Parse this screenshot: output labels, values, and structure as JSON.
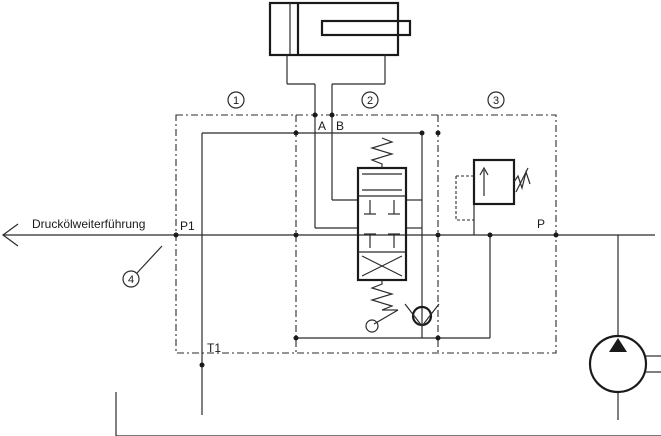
{
  "labels": {
    "port_a": "A",
    "port_b": "B",
    "port_p": "P",
    "port_p1": "P1",
    "port_t1": "T1",
    "outlet_text": "Druckölweiterführung"
  },
  "markers": {
    "section_1": "1",
    "section_2": "2",
    "section_3": "3",
    "outlet_4": "4"
  }
}
